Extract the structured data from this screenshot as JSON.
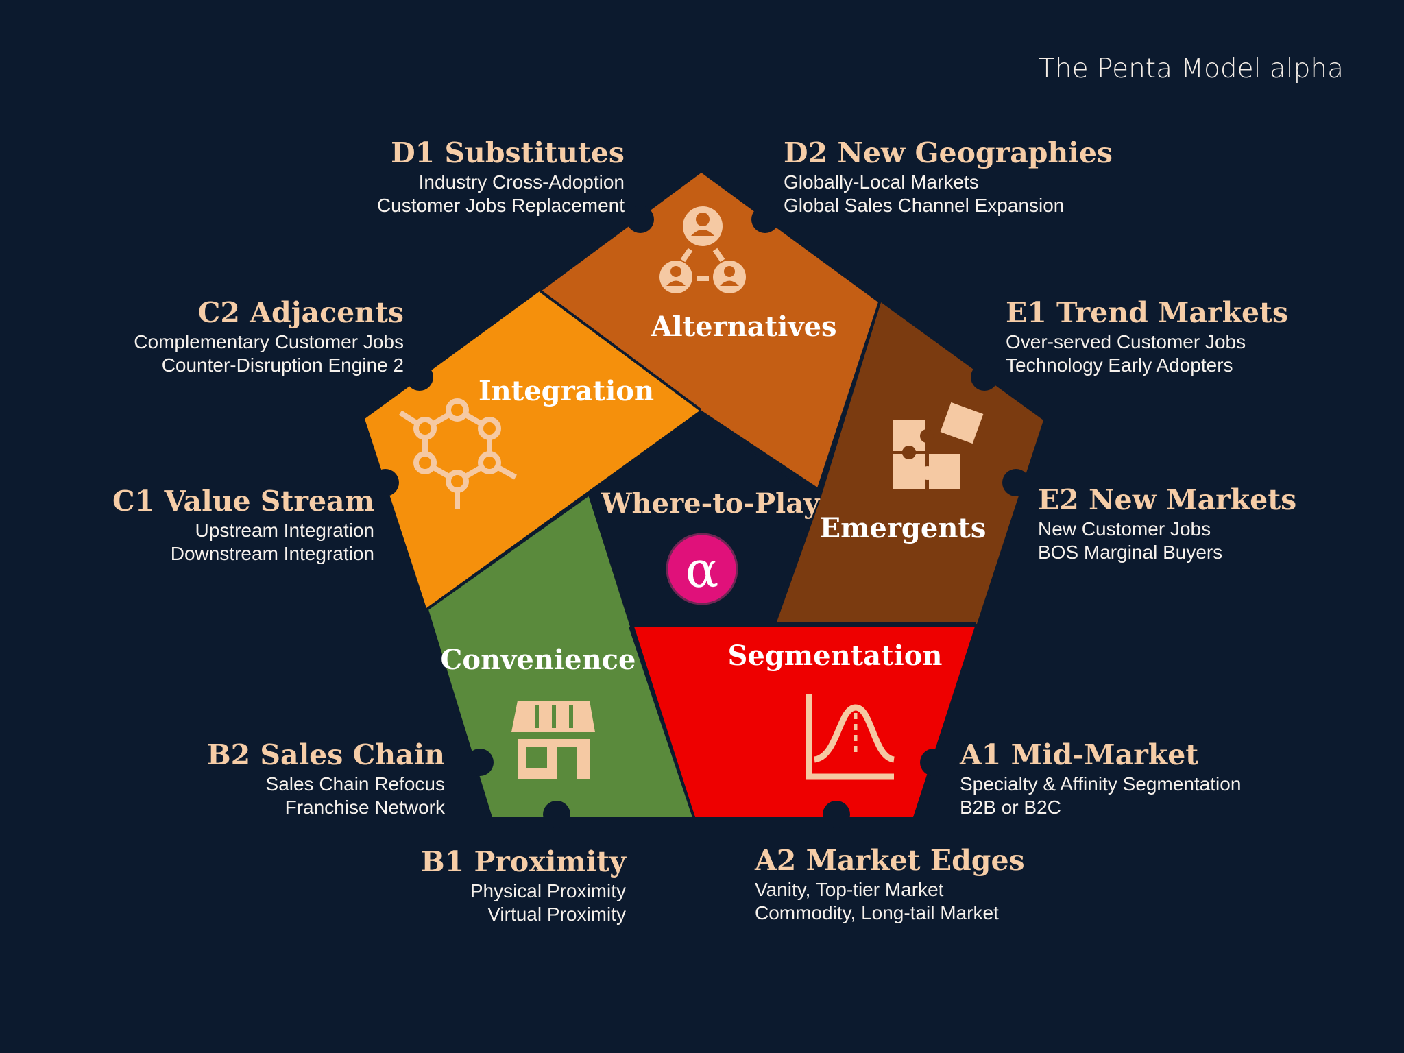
{
  "title": "The Penta Model alpha",
  "center": {
    "label": "Where-to-Play",
    "symbol": "α",
    "badge_color": "#e0117a"
  },
  "segments": [
    {
      "key": "alternatives",
      "label": "Alternatives",
      "color": "#c45e14",
      "icon": "people-network-icon"
    },
    {
      "key": "emergents",
      "label": "Emergents",
      "color": "#7b3b10",
      "icon": "puzzle-icon"
    },
    {
      "key": "segmentation",
      "label": "Segmentation",
      "color": "#ee0000",
      "icon": "bell-curve-icon"
    },
    {
      "key": "convenience",
      "label": "Convenience",
      "color": "#5a8a3c",
      "icon": "storefront-icon"
    },
    {
      "key": "integration",
      "label": "Integration",
      "color": "#f5900c",
      "icon": "molecule-icon"
    }
  ],
  "labels": {
    "d1": {
      "heading": "D1 Substitutes",
      "lines": [
        "Industry Cross-Adoption",
        "Customer Jobs Replacement"
      ]
    },
    "d2": {
      "heading": "D2 New Geographies",
      "lines": [
        "Globally-Local Markets",
        "Global Sales Channel Expansion"
      ]
    },
    "c2": {
      "heading": "C2 Adjacents",
      "lines": [
        "Complementary Customer Jobs",
        "Counter-Disruption Engine 2"
      ]
    },
    "e1": {
      "heading": "E1 Trend Markets",
      "lines": [
        "Over-served Customer Jobs",
        "Technology Early Adopters"
      ]
    },
    "c1": {
      "heading": "C1 Value Stream",
      "lines": [
        "Upstream Integration",
        "Downstream Integration"
      ]
    },
    "e2": {
      "heading": "E2 New Markets",
      "lines": [
        "New Customer Jobs",
        "BOS Marginal Buyers"
      ]
    },
    "b2": {
      "heading": "B2 Sales Chain",
      "lines": [
        "Sales Chain Refocus",
        "Franchise Network"
      ]
    },
    "a1": {
      "heading": "A1 Mid-Market",
      "lines": [
        "Specialty & Affinity Segmentation",
        "B2B or B2C"
      ]
    },
    "b1": {
      "heading": "B1 Proximity",
      "lines": [
        "Physical Proximity",
        "Virtual Proximity"
      ]
    },
    "a2": {
      "heading": "A2 Market Edges",
      "lines": [
        "Vanity, Top-tier Market",
        "Commodity, Long-tail Market"
      ]
    }
  },
  "colors": {
    "background": "#0c1a2e",
    "heading": "#f6cda7",
    "icon": "#f5c9a3",
    "body_text": "#f6f1ec"
  }
}
